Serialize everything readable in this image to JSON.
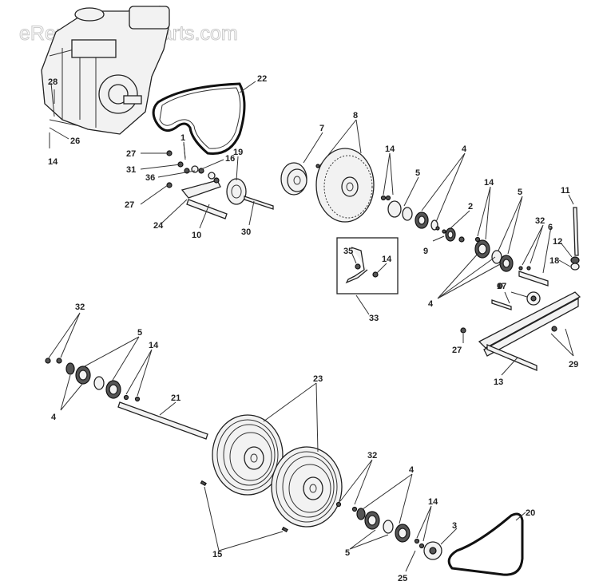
{
  "watermark": "eReplacementParts.com",
  "labels": [
    "28",
    "22",
    "26",
    "14",
    "27",
    "1",
    "31",
    "36",
    "16",
    "19",
    "27",
    "24",
    "10",
    "30",
    "7",
    "8",
    "14",
    "5",
    "4",
    "2",
    "9",
    "14",
    "5",
    "11",
    "32",
    "6",
    "12",
    "18",
    "35",
    "14",
    "33",
    "17",
    "4",
    "27",
    "13",
    "29",
    "32",
    "5",
    "14",
    "4",
    "21",
    "23",
    "32",
    "4",
    "14",
    "3",
    "20",
    "5",
    "25",
    "15"
  ]
}
